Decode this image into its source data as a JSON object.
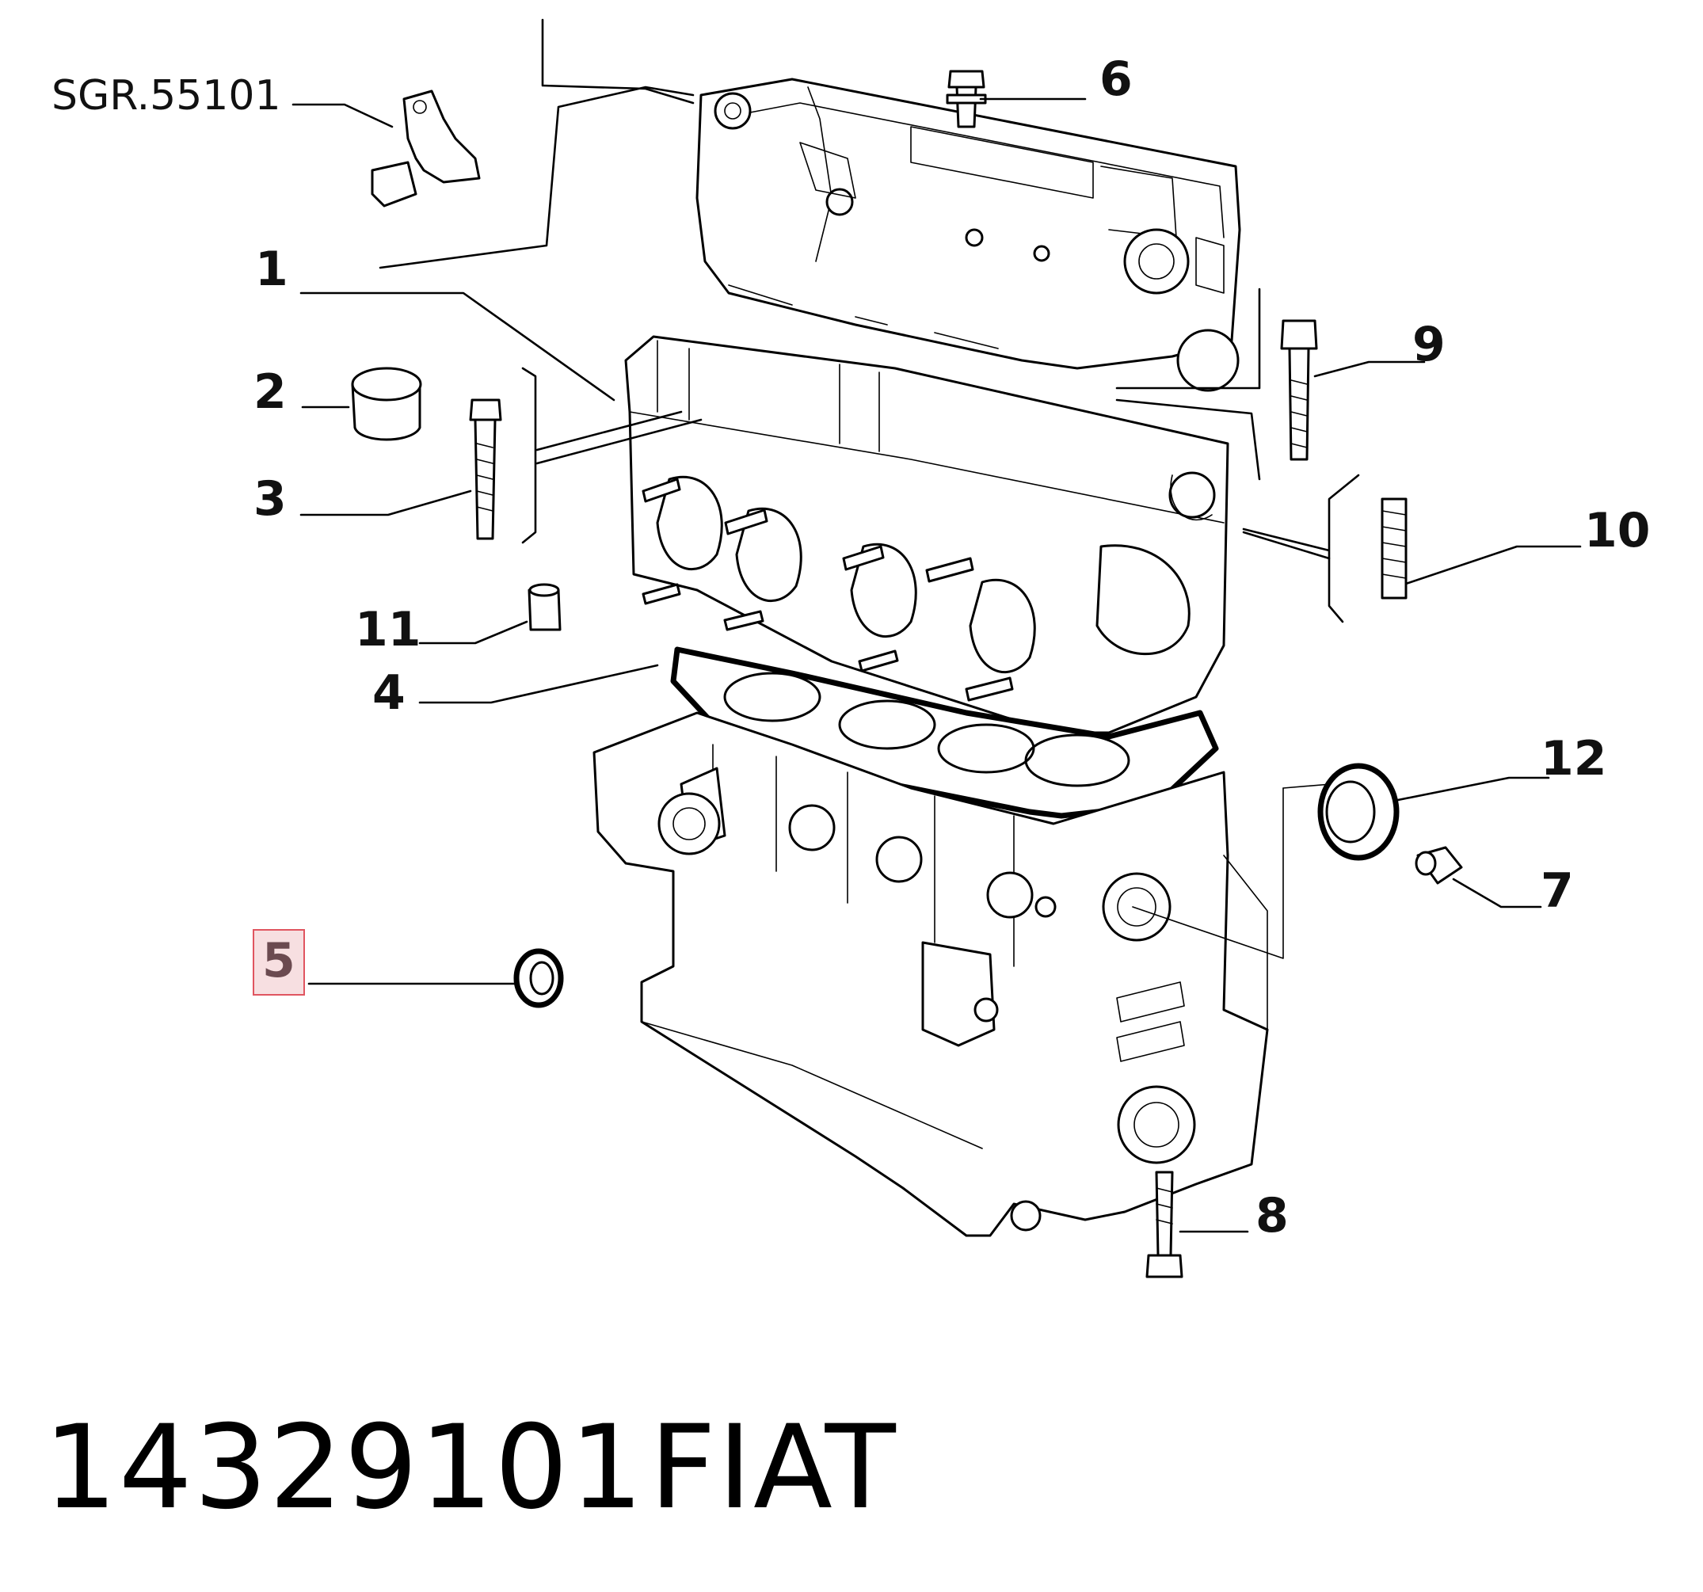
{
  "diagram": {
    "ref_label": "SGR.55101",
    "callouts": [
      {
        "id": "1",
        "text": "1"
      },
      {
        "id": "2",
        "text": "2"
      },
      {
        "id": "3",
        "text": "3"
      },
      {
        "id": "4",
        "text": "4"
      },
      {
        "id": "5",
        "text": "5",
        "highlighted": true
      },
      {
        "id": "6",
        "text": "6"
      },
      {
        "id": "7",
        "text": "7"
      },
      {
        "id": "8",
        "text": "8"
      },
      {
        "id": "9",
        "text": "9"
      },
      {
        "id": "10",
        "text": "10"
      },
      {
        "id": "11",
        "text": "11"
      },
      {
        "id": "12",
        "text": "12"
      }
    ],
    "highlight_color": "#e05560"
  },
  "footer": {
    "part_number": "14329101",
    "brand": "FIAT"
  }
}
